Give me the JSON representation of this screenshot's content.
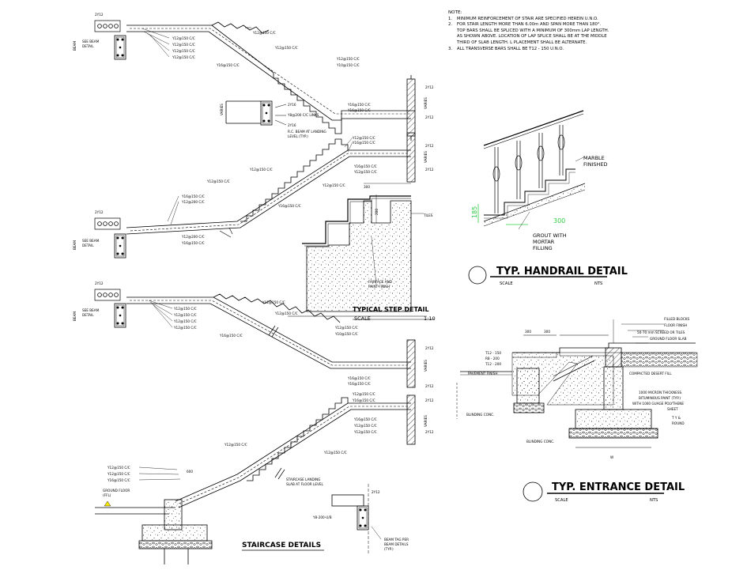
{
  "notes": {
    "title": "NOTE:",
    "items": [
      {
        "num": "1.",
        "lines": [
          "MINIMUM REINFORCEMENT OF STAIR ARE SPECIFIED HEREIN U.N.O."
        ]
      },
      {
        "num": "2.",
        "lines": [
          "FOR STAIR LENGTH MORE THAN 6.00m AND SPAN MORE THAN 180°.",
          "TOP BARS SHALL BE SPLICED WITH A MINIMUM OF 300mm LAP LENGTH.",
          "AS SHOWN ABOVE. LOCATION OF LAP SPLICE SHALL BE AT THE MIDDLE",
          "THIRD OF SLAB LENGTH. L PLACEMENT SHALL BE ALTERNATE."
        ]
      },
      {
        "num": "3.",
        "lines": [
          "ALL TRANSVERSE BARS SHALL BE T12 - 150 U.N.O."
        ]
      }
    ]
  },
  "staircase": {
    "title": "STAIRCASE DETAILS",
    "beam_label": "BEAM",
    "beam_detail_lines": [
      "SEE BEAM",
      "DETAIL"
    ],
    "bar_2y12": "2Y12",
    "bar_y12_150": "Y12@150 C/C",
    "bar_y16_150": "Y16@150 C/C",
    "bar_y12_200": "Y12@200 C/C",
    "bar_y10_150": "Y10@150 C/C",
    "bar_y8_200": "Y8@200 C/C LINKS",
    "bar_y16_200": "Y16@200 C/C",
    "bar_2y16": "2Y16",
    "rc_beam_lines": [
      "R.C. BEAM AT LANDING",
      "LEVEL (TYP.)"
    ],
    "varies": "VARIES",
    "ground_floor_lines": [
      "GROUND FLOOR",
      "(FFL)"
    ],
    "landing_lines": [
      "STAIRCASE LANDING",
      "SLAB AT FLOOR LEVEL"
    ],
    "y8_ub": "Y8-200-U/B",
    "beam_tag_lines": [
      "BEAM TAG PER",
      "BEAM DETAILS",
      "(TYP.)"
    ],
    "dim_600": "600"
  },
  "step_detail": {
    "title": "TYPICAL STEP DETAIL",
    "scale_label": "SCALE",
    "scale_value": "1:10",
    "tiles": "TILES",
    "finish_lines": [
      "FAIRFACE AND",
      "PAINT FINISH"
    ],
    "dim_300": "300",
    "dim_200": "200"
  },
  "handrail": {
    "title": "TYP. HANDRAIL DETAIL",
    "scale_label": "SCALE",
    "scale_value": "NTS",
    "marble_lines": [
      "MARBLE",
      "FINISHED"
    ],
    "grout_lines": [
      "GROUT WITH",
      "MORTAR",
      "FILLING"
    ],
    "dim_185": "185",
    "dim_300": "300",
    "dim_color": "#2ecc40"
  },
  "entrance": {
    "title": "TYP. ENTRANCE DETAIL",
    "scale_label": "SCALE",
    "scale_value": "NTS",
    "filled_blocks": "FILLED BLOCKS",
    "floor_finish": "FLOOR FINISH",
    "screed_lines": [
      "50-70 mm SCREED OR TILES"
    ],
    "ground_slab": "GROUND FLOOR SLAB",
    "compacted": "COMPACTED DESERT FILL",
    "micron_lines": [
      "1000 MICRON THICKNESS",
      "BITUMINOUS PAINT (TYP.)",
      "WITH 1000 GUAGE POLYTHENE",
      "SHEET"
    ],
    "round_lines": [
      "T Y &",
      "ROUND"
    ],
    "t12": "T12 - 150",
    "r8": "R8 - 200",
    "t12b": "T12 - 200",
    "pavement": "PAVEMENT FINISH",
    "blinding": "BLINDING CONC.",
    "blinding2": "BLINDING CONC.",
    "dim_300a": "300",
    "dim_300b": "300",
    "dim_w": "W"
  }
}
